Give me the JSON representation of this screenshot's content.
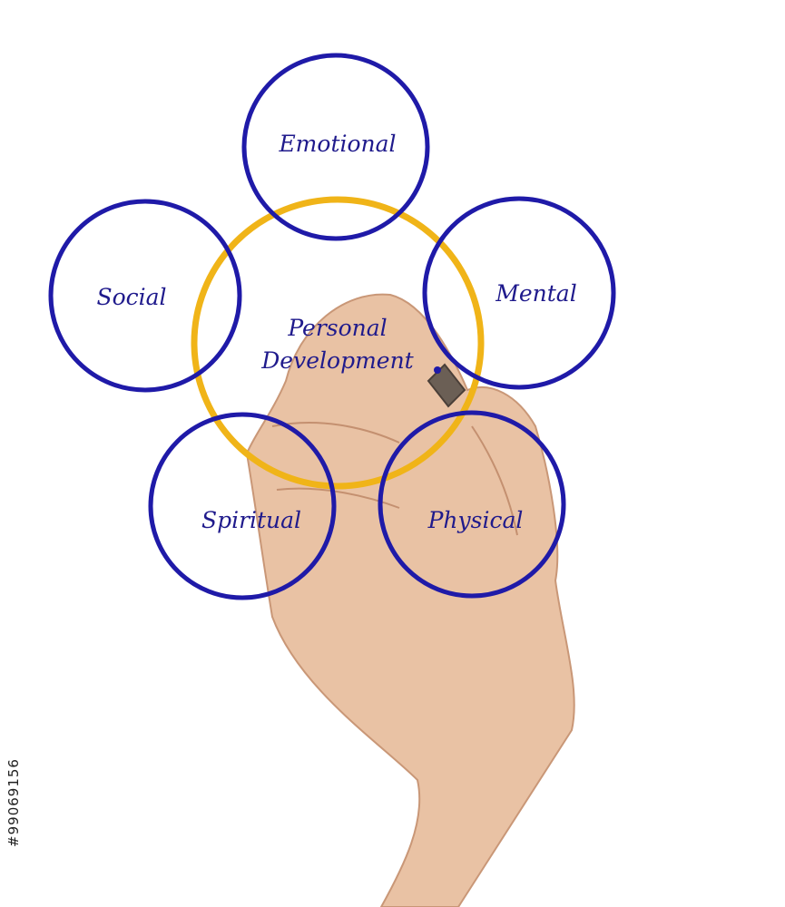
{
  "diagram": {
    "center": {
      "label_lines": [
        "Personal",
        "Development"
      ]
    },
    "nodes": [
      {
        "id": "emotional",
        "label": "Emotional"
      },
      {
        "id": "social",
        "label": "Social"
      },
      {
        "id": "mental",
        "label": "Mental"
      },
      {
        "id": "spiritual",
        "label": "Spiritual"
      },
      {
        "id": "physical",
        "label": "Physical"
      }
    ],
    "colors": {
      "node_circle": "#1f1aa8",
      "center_circle": "#f0b418",
      "text": "#1f1a8c",
      "skin": "#e9c2a4"
    }
  },
  "image_id_watermark": "#99069156",
  "icons": [
    "hand-holding-marker-icon"
  ]
}
